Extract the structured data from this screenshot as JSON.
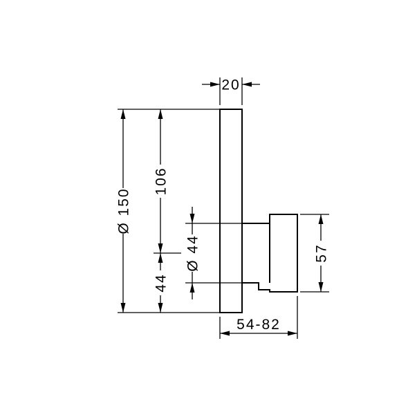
{
  "drawing": {
    "type": "technical-dimension-diagram",
    "subject": "shower-mixer-side-view",
    "background_color": "#ffffff",
    "line_color": "#000000",
    "dimensions": {
      "plate_depth": "20",
      "plate_diameter": "Ø 150",
      "top_to_handle_center": "106",
      "handle_center_to_bottom": "44",
      "handle_diameter": "Ø 44",
      "handle_height": "57",
      "installation_depth_range": "54-82"
    }
  }
}
